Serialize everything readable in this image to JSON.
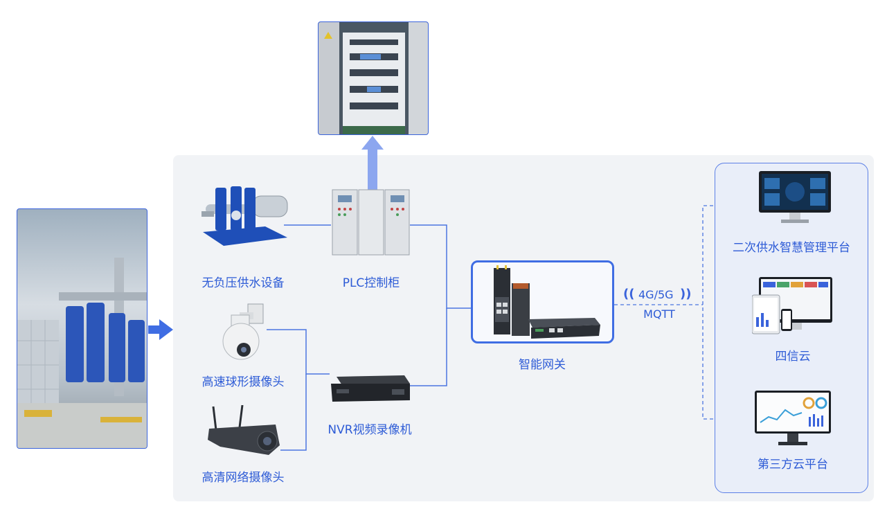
{
  "nodes": {
    "pump": "无负压供水设备",
    "plc": "PLC控制柜",
    "dome_camera": "高速球形摄像头",
    "hd_camera": "高清网络摄像头",
    "nvr": "NVR视频录像机",
    "gateway": "智能网关",
    "platform_1": "二次供水智慧管理平台",
    "platform_2": "四信云",
    "platform_3": "第三方云平台"
  },
  "link": {
    "network": "4G/5G",
    "protocol": "MQTT"
  },
  "colors": {
    "accent": "#3a63db",
    "panel_bg": "#f1f3f6",
    "cloud_bg": "#e9eef9",
    "line": "#4a74e0"
  },
  "icons": [
    "pump-room-photo",
    "control-cabinet-photo",
    "pump-icon",
    "plc-cabinet-icon",
    "dome-camera-icon",
    "bullet-camera-icon",
    "nvr-icon",
    "gateway-icon",
    "monitor-icon",
    "multi-device-icon",
    "arrow-right-icon",
    "arrow-up-icon",
    "signal-waves-icon"
  ]
}
